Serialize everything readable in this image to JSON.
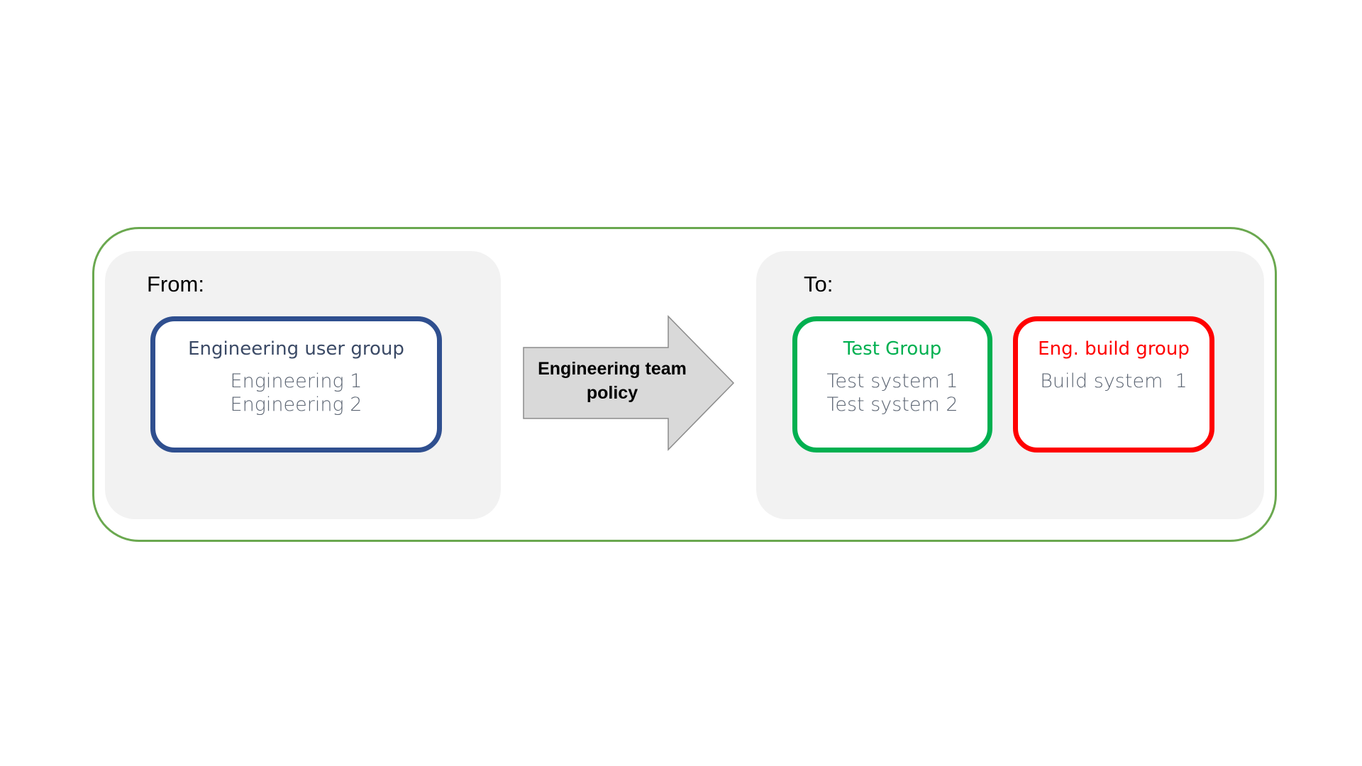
{
  "from": {
    "label": "From:",
    "group": {
      "title": "Engineering user group",
      "members": [
        "Engineering 1",
        "Engineering 2"
      ],
      "border_color": "#2f4f8f"
    }
  },
  "policy": {
    "label": "Engineering team policy"
  },
  "to": {
    "label": "To:",
    "groups": [
      {
        "title": "Test Group",
        "members": [
          "Test system 1",
          "Test system 2"
        ],
        "border_color": "#00b050"
      },
      {
        "title": "Eng. build group",
        "members": [
          "Build system  1"
        ],
        "border_color": "#ff0000"
      }
    ]
  },
  "colors": {
    "frame": "#6aa84f",
    "panel_background": "#f2f2f2",
    "arrow_fill": "#d9d9d9"
  }
}
